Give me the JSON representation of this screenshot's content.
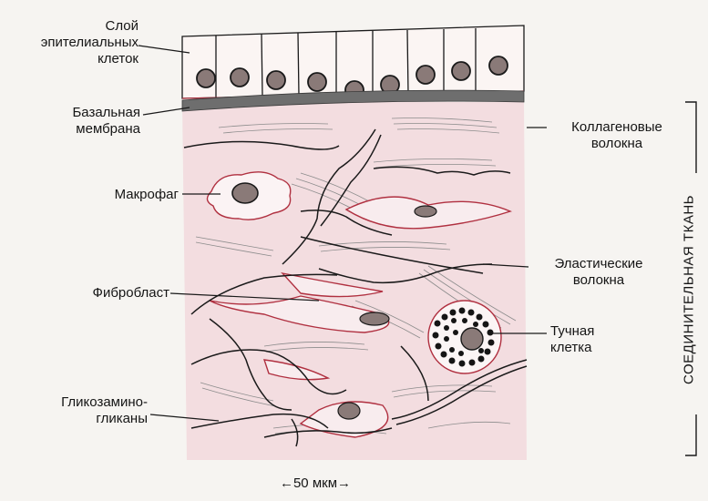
{
  "labels": {
    "epithelial_layer": "Слой\nэпителиальных\nклеток",
    "basal_membrane": "Базальная\nмембрана",
    "collagen_fibers": "Коллагеновые\nволокна",
    "macrophage": "Макрофаг",
    "elastic_fibers": "Эластические\nволокна",
    "fibroblast": "Фибробласт",
    "mast_cell": "Тучная\nклетка",
    "glycosaminoglycans": "Гликозамино-\nгликаны"
  },
  "side_label": "СОЕДИНИТЕЛЬНАЯ ТКАНЬ",
  "scale_bar": "←50 мкм→",
  "colors": {
    "ink": "#1a1a1a",
    "tissue_pink": "#f3dde0",
    "cell_outline": "#b03040",
    "nucleus": "#8a7a78",
    "basal_membrane": "#6e6e6e",
    "fiber": "#8c8c8c"
  }
}
